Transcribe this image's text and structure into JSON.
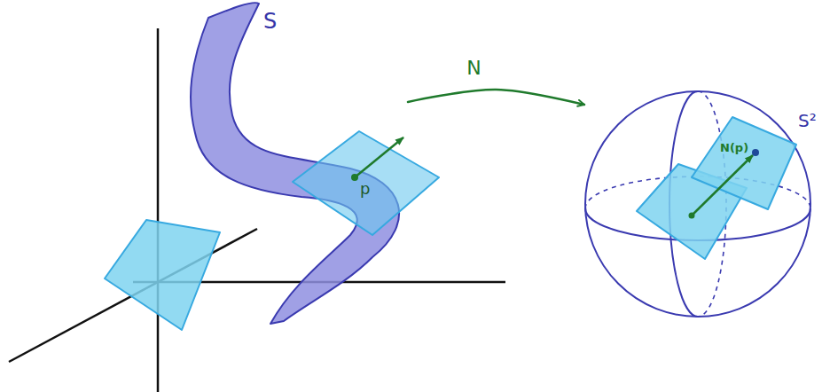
{
  "diagram": {
    "nodes": [
      {
        "text": [
          "S"
        ]
      },
      {
        "text": [
          "S²"
        ]
      }
    ],
    "edges": [
      {
        "from": 0,
        "to": 1,
        "arrow": "to",
        "label": "N"
      }
    ],
    "labels": [
      "p",
      "N(p)"
    ]
  }
}
